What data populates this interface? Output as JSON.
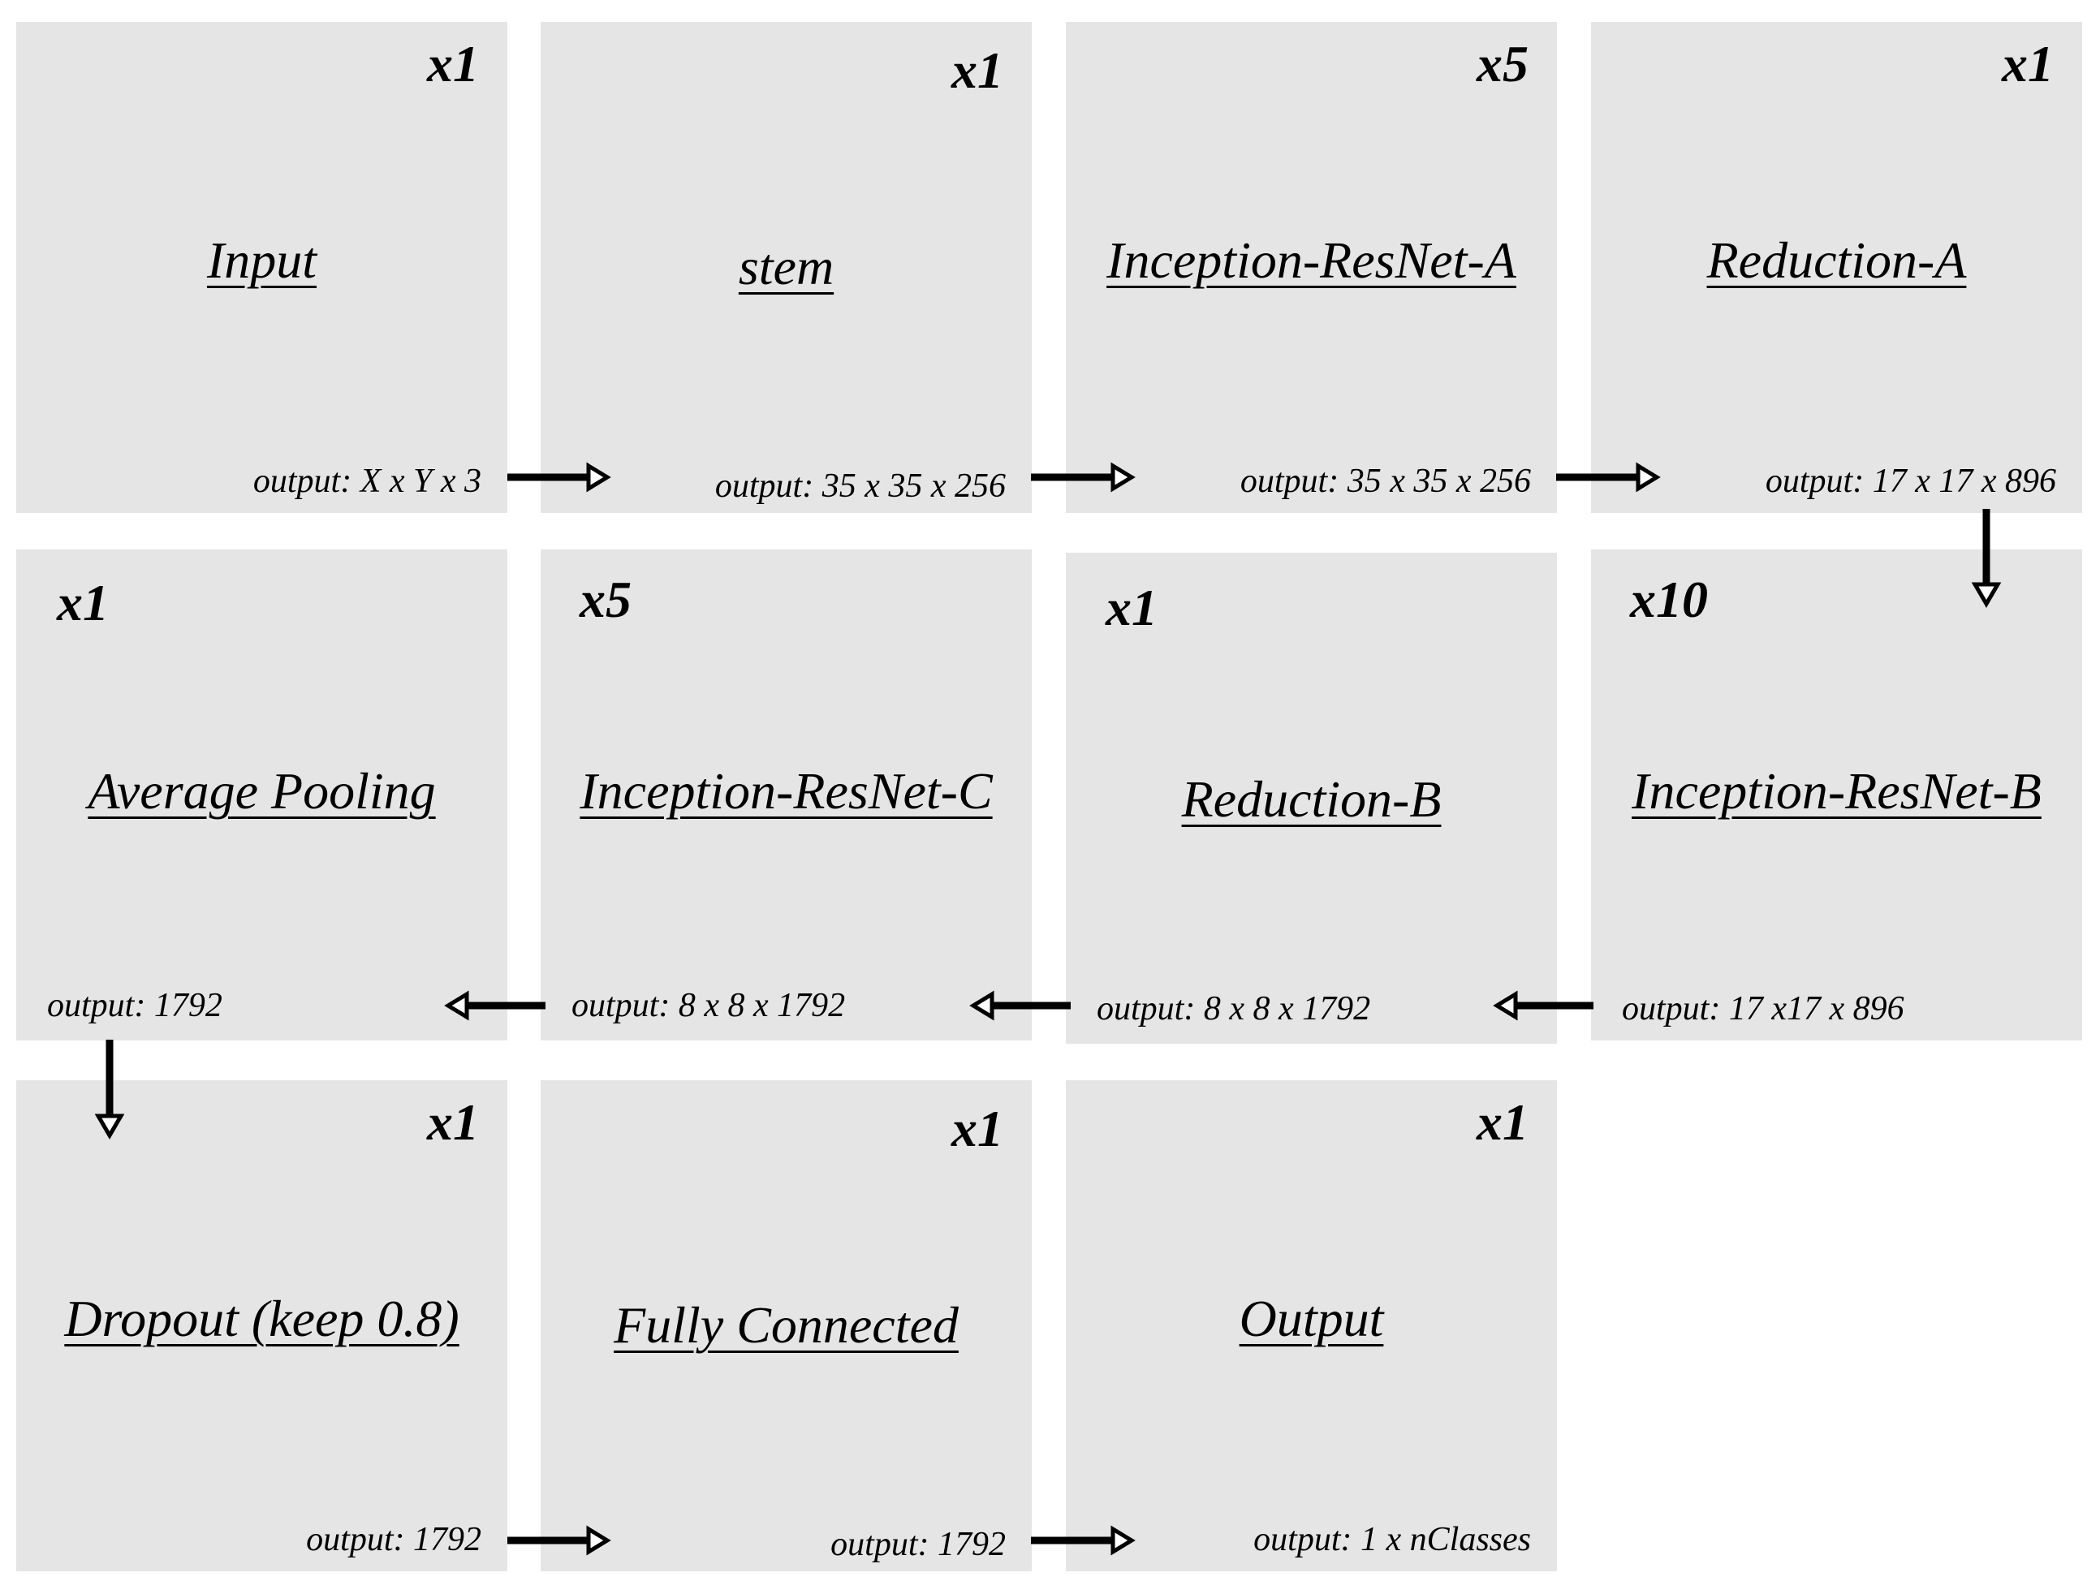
{
  "blocks": [
    {
      "id": "input",
      "title": "Input",
      "repeat": "x1",
      "output": "output: X x Y x 3"
    },
    {
      "id": "stem",
      "title": "stem",
      "repeat": "x1",
      "output": "output: 35 x 35 x 256"
    },
    {
      "id": "inception-resnet-a",
      "title": "Inception-ResNet-A",
      "repeat": "x5",
      "output": "output: 35 x 35 x 256"
    },
    {
      "id": "reduction-a",
      "title": "Reduction-A",
      "repeat": "x1",
      "output": "output: 17 x 17 x 896"
    },
    {
      "id": "inception-resnet-b",
      "title": "Inception-ResNet-B",
      "repeat": "x10",
      "output": "output: 17 x17 x 896"
    },
    {
      "id": "reduction-b",
      "title": "Reduction-B",
      "repeat": "x1",
      "output": "output: 8 x 8 x 1792"
    },
    {
      "id": "inception-resnet-c",
      "title": "Inception-ResNet-C",
      "repeat": "x5",
      "output": "output: 8 x 8 x 1792"
    },
    {
      "id": "average-pooling",
      "title": "Average Pooling",
      "repeat": "x1",
      "output": "output: 1792"
    },
    {
      "id": "dropout",
      "title": "Dropout (keep 0.8)",
      "repeat": "x1",
      "output": "output: 1792"
    },
    {
      "id": "fully-connected",
      "title": "Fully Connected",
      "repeat": "x1",
      "output": "output: 1792"
    },
    {
      "id": "output",
      "title": "Output",
      "repeat": "x1",
      "output": "output: 1 x nClasses"
    }
  ],
  "colors": {
    "block_fill": "#e5e5e5",
    "text": "#000000",
    "arrow": "#000000"
  }
}
